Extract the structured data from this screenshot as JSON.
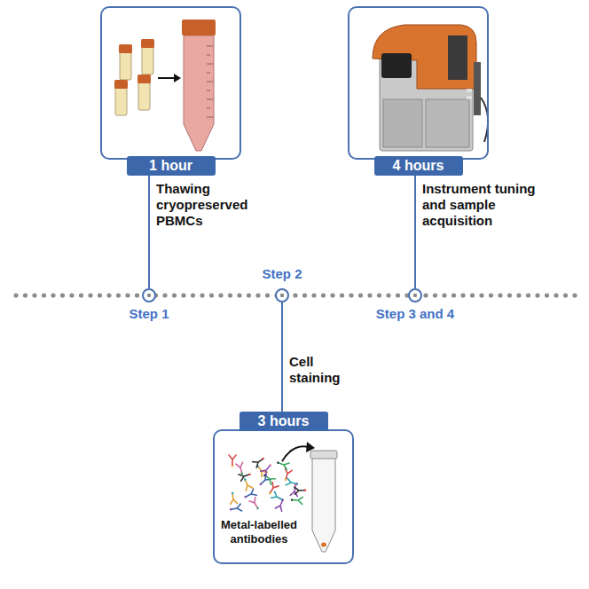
{
  "diagram": {
    "nodes": [
      {
        "text": [
          "1 hour"
        ]
      },
      {
        "text": [
          "4 hours"
        ]
      },
      {
        "text": [
          "3 hours",
          "Metal-labelled antibodies"
        ]
      },
      {
        "text": [
          "Step 1"
        ]
      },
      {
        "text": [
          "Step 2"
        ]
      },
      {
        "text": [
          "Step 3 and 4"
        ]
      }
    ],
    "edges": [
      {
        "from": 0,
        "to": 3,
        "arrow": "none",
        "label": "Thawing cryopreserved PBMCs"
      },
      {
        "from": 1,
        "to": 5,
        "arrow": "none",
        "label": "Instrument tuning and sample acquisition"
      },
      {
        "from": 4,
        "to": 2,
        "arrow": "none",
        "label": "Cell staining"
      }
    ]
  }
}
